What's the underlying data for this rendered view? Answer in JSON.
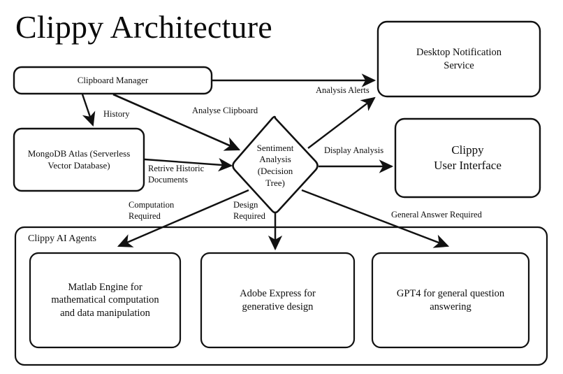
{
  "title": "Clippy Architecture",
  "theme": {
    "background": "#ffffff",
    "stroke": "#111111",
    "text": "#0d0d0d"
  },
  "nodes": [
    {
      "id": "clipboard-manager",
      "label": "Clipboard Manager",
      "shape": "rounded-rect"
    },
    {
      "id": "mongodb-atlas",
      "label": "MongoDB Atlas (Serverless\nVector Database)",
      "shape": "rounded-rect"
    },
    {
      "id": "sentiment-analysis",
      "label": "Sentiment\nAnalysis\n(Decision\nTree)",
      "shape": "diamond"
    },
    {
      "id": "desktop-notification-service",
      "label": "Desktop Notification\nService",
      "shape": "rounded-rect"
    },
    {
      "id": "clippy-user-interface",
      "label": "Clippy\nUser Interface",
      "shape": "rounded-rect"
    },
    {
      "id": "matlab-engine",
      "label": "Matlab Engine for\nmathematical computation\nand data manipulation",
      "shape": "rounded-rect"
    },
    {
      "id": "adobe-express",
      "label": "Adobe Express for\ngenerative design",
      "shape": "rounded-rect"
    },
    {
      "id": "gpt4-agent",
      "label": "GPT4 for general question\nanswering",
      "shape": "rounded-rect"
    }
  ],
  "groups": [
    {
      "id": "clippy-ai-agents",
      "label": "Clippy AI Agents",
      "members": [
        "matlab-engine",
        "adobe-express",
        "gpt4-agent"
      ]
    }
  ],
  "edges": [
    {
      "id": "clipboard-to-notification",
      "from": "clipboard-manager",
      "to": "desktop-notification-service",
      "label": "Analysis Alerts"
    },
    {
      "id": "clipboard-to-mongodb",
      "from": "clipboard-manager",
      "to": "mongodb-atlas",
      "label": "History"
    },
    {
      "id": "clipboard-to-sentiment",
      "from": "clipboard-manager",
      "to": "sentiment-analysis",
      "label": "Analyse Clipboard"
    },
    {
      "id": "mongodb-to-sentiment",
      "from": "mongodb-atlas",
      "to": "sentiment-analysis",
      "label": "Retrive Historic\nDocuments"
    },
    {
      "id": "sentiment-to-notification",
      "from": "sentiment-analysis",
      "to": "desktop-notification-service",
      "label": ""
    },
    {
      "id": "sentiment-to-ui",
      "from": "sentiment-analysis",
      "to": "clippy-user-interface",
      "label": "Display Analysis"
    },
    {
      "id": "sentiment-to-matlab",
      "from": "sentiment-analysis",
      "to": "matlab-engine",
      "label": "Computation\nRequired"
    },
    {
      "id": "sentiment-to-adobe",
      "from": "sentiment-analysis",
      "to": "adobe-express",
      "label": "Design\nRequired"
    },
    {
      "id": "sentiment-to-gpt4",
      "from": "sentiment-analysis",
      "to": "gpt4-agent",
      "label": "General Answer Required"
    }
  ]
}
